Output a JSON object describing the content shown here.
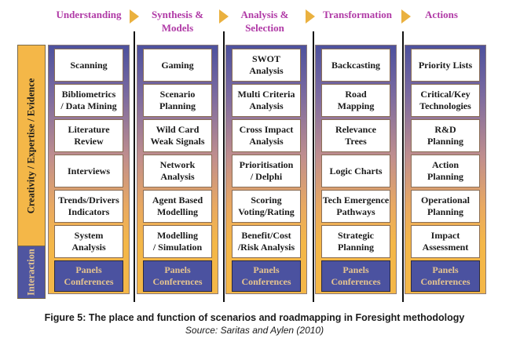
{
  "stages": [
    {
      "label": "Understanding",
      "methods": [
        "Scanning",
        "Bibliometrics\n/ Data Mining",
        "Literature\nReview",
        "Interviews",
        "Trends/Drivers\nIndicators",
        "System\nAnalysis"
      ],
      "panel": "Panels\nConferences"
    },
    {
      "label": "Synthesis &\nModels",
      "methods": [
        "Gaming",
        "Scenario\nPlanning",
        "Wild Card\nWeak Signals",
        "Network\nAnalysis",
        "Agent Based\nModelling",
        "Modelling\n/ Simulation"
      ],
      "panel": "Panels\nConferences"
    },
    {
      "label": "Analysis &\nSelection",
      "methods": [
        "SWOT\nAnalysis",
        "Multi Criteria\nAnalysis",
        "Cross Impact\nAnalysis",
        "Prioritisation\n/ Delphi",
        "Scoring\nVoting/Rating",
        "Benefit/Cost\n/Risk Analysis"
      ],
      "panel": "Panels\nConferences"
    },
    {
      "label": "Transformation",
      "methods": [
        "Backcasting",
        "Road\nMapping",
        "Relevance\nTrees",
        "Logic Charts",
        "Tech Emergence\nPathways",
        "Strategic\nPlanning"
      ],
      "panel": "Panels\nConferences"
    },
    {
      "label": "Actions",
      "methods": [
        "Priority Lists",
        "Critical/Key\nTechnologies",
        "R&D\nPlanning",
        "Action\nPlanning",
        "Operational\nPlanning",
        "Impact\nAssessment"
      ],
      "panel": "Panels\nConferences"
    }
  ],
  "side": {
    "top_label": "Creativity / Expertise / Evidence",
    "bottom_label": "Interaction"
  },
  "caption": {
    "title": "Figure 5: The place and function of scenarios and roadmapping in Foresight methodology",
    "source": "Source: Saritas and Aylen (2010)"
  },
  "colors": {
    "stage_label": "#b03aa6",
    "arrow": "#eab13f",
    "panel_bg": "#4b52a0",
    "panel_text": "#e5c48f",
    "side_top": "#f4b748",
    "side_bottom": "#4f55a0"
  }
}
